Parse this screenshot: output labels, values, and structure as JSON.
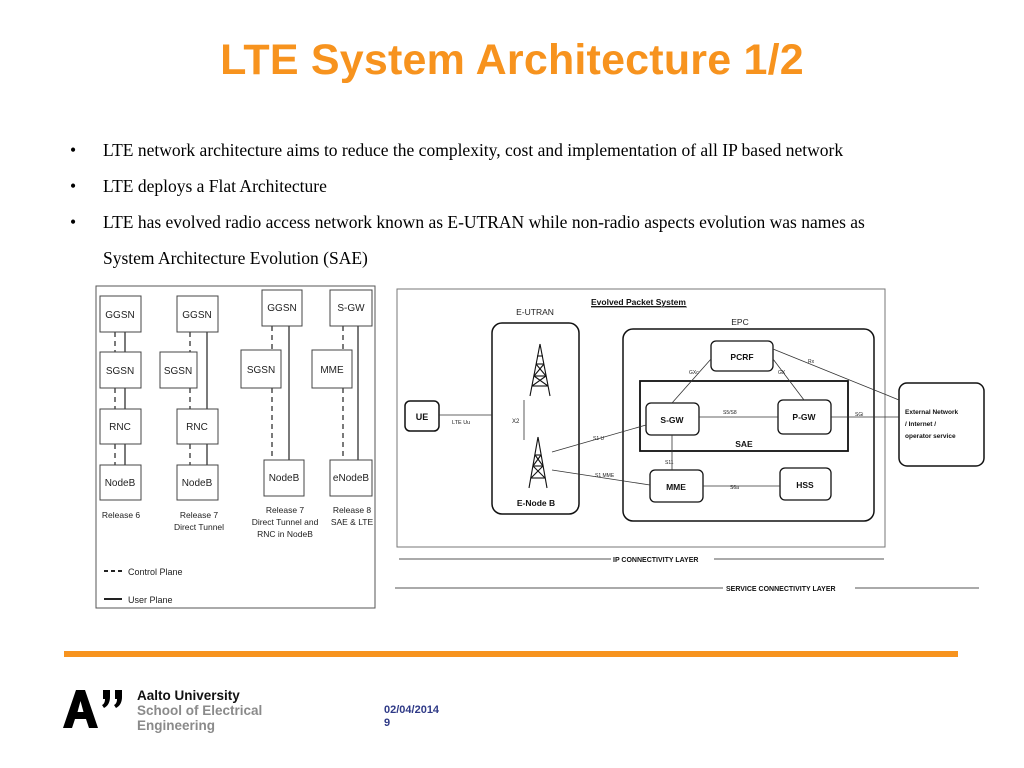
{
  "slide": {
    "title": "LTE System Architecture 1/2",
    "bullets": [
      "LTE network architecture aims to reduce the complexity, cost and implementation of all IP based network",
      "LTE deploys a Flat Architecture",
      "LTE has evolved radio access network known as E-UTRAN while non-radio aspects evolution was names as"
    ],
    "bullet3_continuation": "System Architecture Evolution (SAE)",
    "bullet_symbol": "•"
  },
  "left_diagram": {
    "columns": [
      {
        "nodes": [
          "GGSN",
          "SGSN",
          "RNC",
          "NodeB"
        ],
        "caption": [
          "Release 6"
        ]
      },
      {
        "nodes": [
          "GGSN",
          "SGSN",
          "RNC",
          "NodeB"
        ],
        "caption": [
          "Release 7",
          "Direct Tunnel"
        ]
      },
      {
        "nodes": [
          "GGSN",
          "SGSN",
          "NodeB"
        ],
        "caption": [
          "Release 7",
          "Direct Tunnel and",
          "RNC in NodeB"
        ]
      },
      {
        "nodes": [
          "S-GW",
          "MME",
          "eNodeB"
        ],
        "caption": [
          "Release 8",
          "SAE & LTE"
        ]
      }
    ],
    "legend_control": "Control Plane",
    "legend_user": "User Plane"
  },
  "right_diagram": {
    "eps_label": "Evolved Packet System",
    "eutran_label": "E-UTRAN",
    "epc_label": "EPC",
    "ue": "UE",
    "lte_uu": "LTE Uu",
    "x2": "X2",
    "enodeb": "E-Node B",
    "pcrf": "PCRF",
    "sgw": "S-GW",
    "pgw": "P-GW",
    "sae": "SAE",
    "mme": "MME",
    "hss": "HSS",
    "gxc": "GXc",
    "gx": "GX",
    "rx": "Rx",
    "s5s8": "S5/S8",
    "sgi": "SGi",
    "s1u": "S1 U",
    "s11": "S11",
    "s1mme": "S1 MME",
    "s6a": "S6a",
    "external": [
      "External Network",
      "/ Internet /",
      "operator service"
    ],
    "ip_layer": "IP CONNECTIVITY LAYER",
    "service_layer": "SERVICE CONNECTIVITY LAYER"
  },
  "footer": {
    "uni_line1": "Aalto University",
    "uni_line2": "School of Electrical",
    "uni_line3": "Engineering",
    "date": "02/04/2014",
    "page": "9"
  },
  "colors": {
    "accent": "#f7931e",
    "footer_text": "#2f3a87",
    "logo_gray": "#8a8a8a"
  }
}
